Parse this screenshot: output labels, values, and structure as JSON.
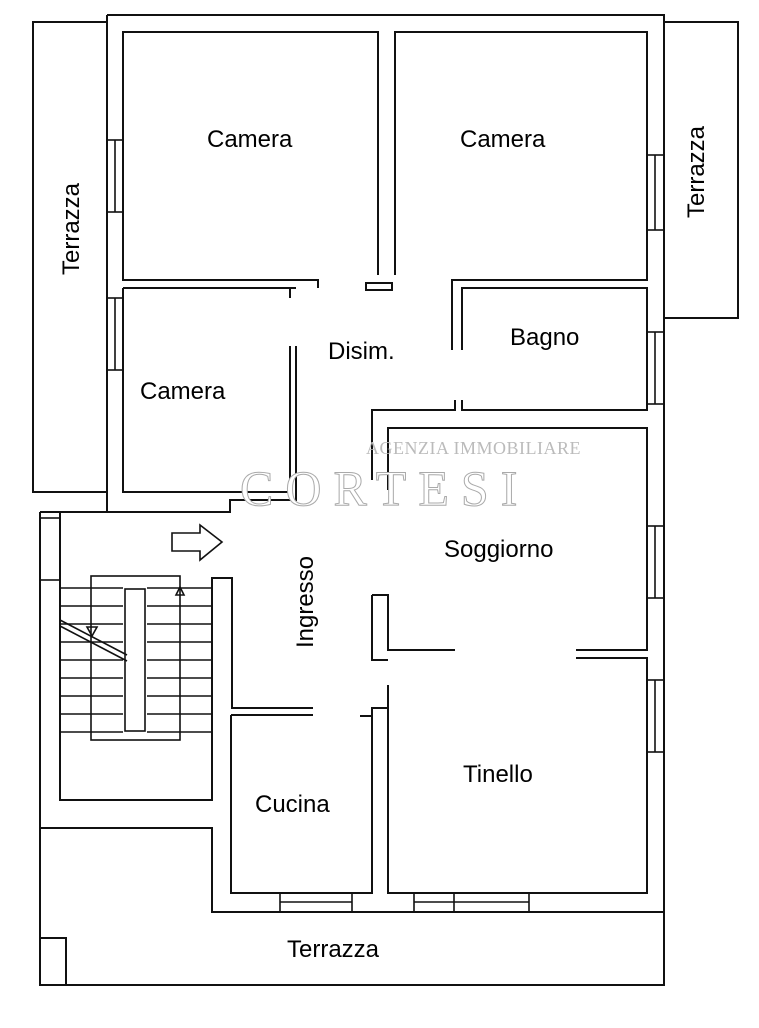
{
  "rooms": {
    "camera_top_left": "Camera",
    "camera_top_right": "Camera",
    "camera_left": "Camera",
    "disimpegno": "Disim.",
    "bagno": "Bagno",
    "soggiorno": "Soggiorno",
    "ingresso": "Ingresso",
    "tinello": "Tinello",
    "cucina": "Cucina",
    "terrazza_left": "Terrazza",
    "terrazza_right": "Terrazza",
    "terrazza_bottom": "Terrazza"
  },
  "watermark": {
    "line1": "AGENZIA IMMOBILIARE",
    "line2": "CORTESI"
  }
}
